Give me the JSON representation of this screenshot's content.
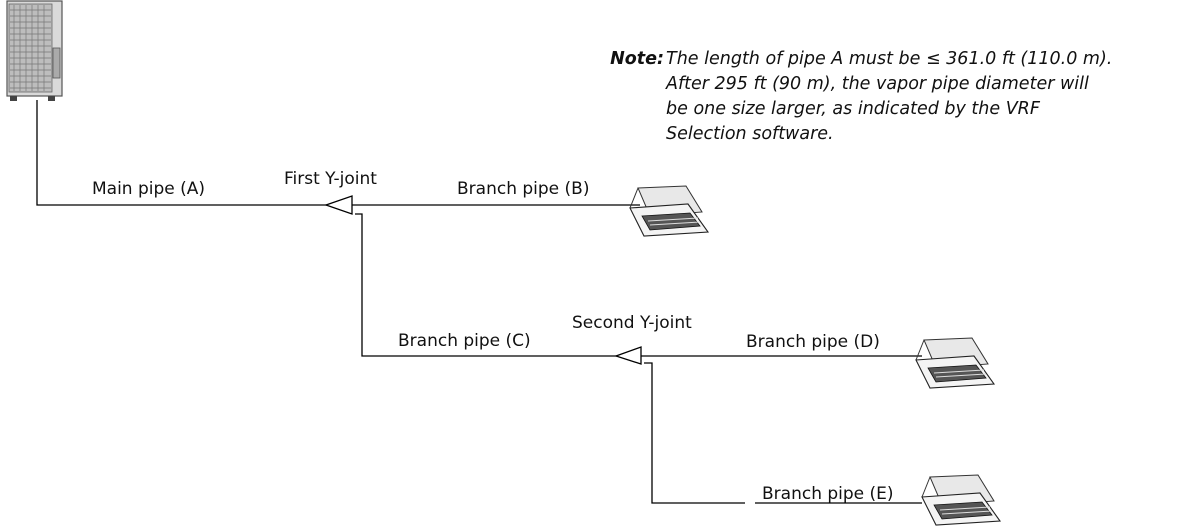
{
  "note": {
    "heading": "Note:",
    "lines": [
      "The length of pipe A must be ≤ 361.0 ft (110.0 m).",
      "After 295 ft (90 m), the vapor pipe diameter will",
      "be one size larger, as indicated by the VRF",
      "Selection software."
    ]
  },
  "labels": {
    "main_pipe": "Main pipe (A)",
    "first_y_joint": "First Y-joint",
    "branch_b": "Branch pipe (B)",
    "second_y_joint": "Second Y-joint",
    "branch_c": "Branch pipe (C)",
    "branch_d": "Branch pipe (D)",
    "branch_e": "Branch pipe (E)"
  }
}
